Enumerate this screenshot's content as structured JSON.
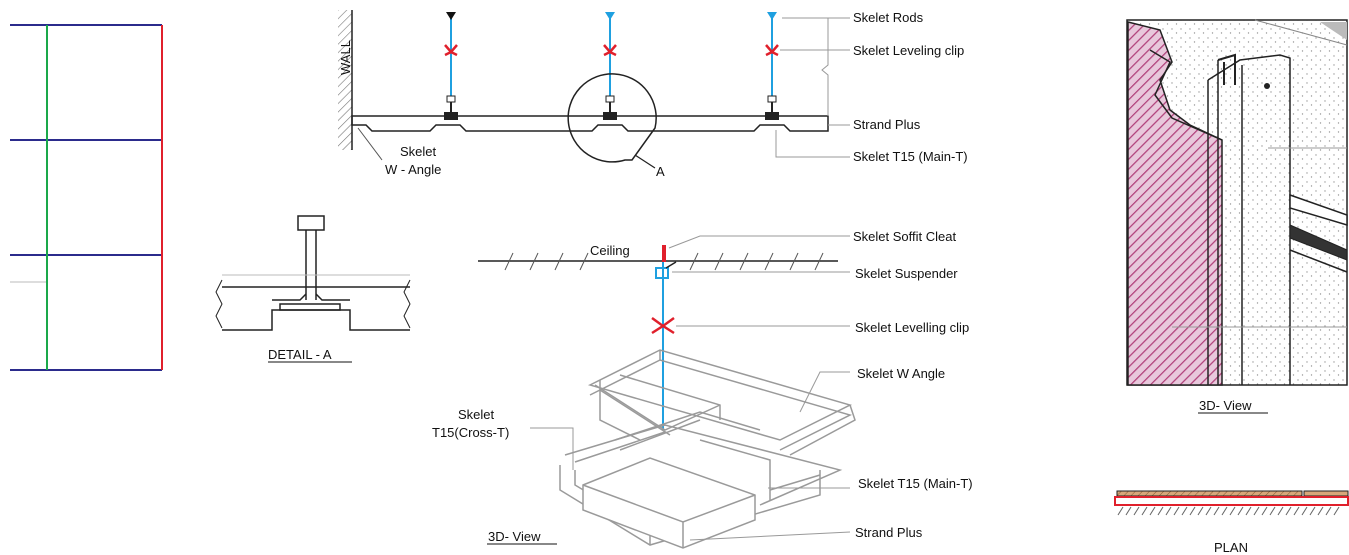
{
  "section_view": {
    "wall": "WALL",
    "labels": {
      "rods": "Skelet Rods",
      "leveling_clip": "Skelet Leveling clip",
      "strand_plus": "Strand Plus",
      "main_t": "Skelet T15 (Main-T)",
      "w_angle_line1": "Skelet",
      "w_angle_line2": "W - Angle",
      "callout": "A"
    }
  },
  "detail_a": {
    "caption": "DETAIL - A"
  },
  "iso_view": {
    "ceiling": "Ceiling",
    "labels": {
      "soffit_cleat": "Skelet Soffit Cleat",
      "suspender": "Skelet Suspender",
      "levelling_clip": "Skelet Levelling clip",
      "w_angle": "Skelet W Angle",
      "cross_t_line1": "Skelet",
      "cross_t_line2": "T15(Cross-T)",
      "main_t": "Skelet T15 (Main-T)",
      "strand_plus": "Strand Plus"
    },
    "caption": "3D- View"
  },
  "right_panel": {
    "caption_3d": "3D- View",
    "caption_plan": "PLAN"
  },
  "colors": {
    "grid_blue": "#2b2b8c",
    "grid_green": "#1aa84a",
    "grid_red": "#e0202c",
    "rod_blue": "#1fa0e0",
    "clip_red": "#e0202c",
    "wall_magenta": "#b0407a",
    "plan_brown": "#c8966a"
  }
}
